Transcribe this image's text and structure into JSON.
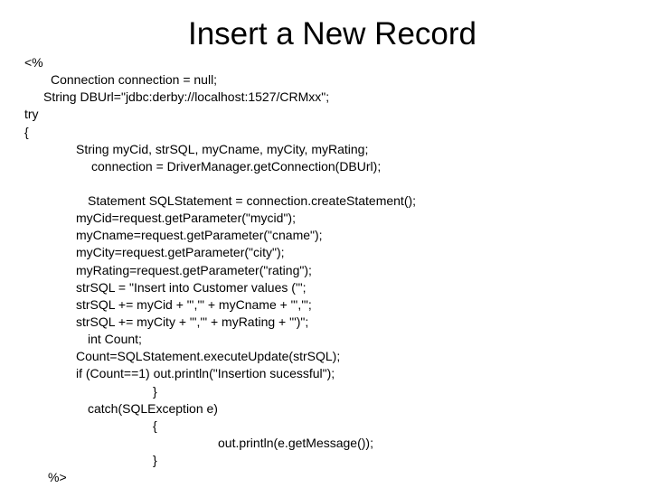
{
  "slide": {
    "title": "Insert a New Record",
    "code_lines": [
      "<%",
      "Connection connection = null;",
      "String DBUrl=\"jdbc:derby://localhost:1527/CRMxx\";",
      "try",
      "{",
      "String myCid, strSQL, myCname, myCity, myRating;",
      "connection = DriverManager.getConnection(DBUrl);",
      "Statement SQLStatement = connection.createStatement();",
      "myCid=request.getParameter(\"mycid\");",
      "myCname=request.getParameter(\"cname\");",
      "myCity=request.getParameter(\"city\");",
      "myRating=request.getParameter(\"rating\");",
      "strSQL = \"Insert into Customer values ('\";",
      "strSQL += myCid + \"','\" + myCname + \"','\";",
      "strSQL += myCity + \"','\" + myRating + \"')\";",
      "int Count;",
      "Count=SQLStatement.executeUpdate(strSQL);",
      "if (Count==1) out.println(\"Insertion sucessful\");",
      "}",
      "catch(SQLException e)",
      "{",
      "out.println(e.getMessage());",
      "}",
      "%>"
    ]
  }
}
